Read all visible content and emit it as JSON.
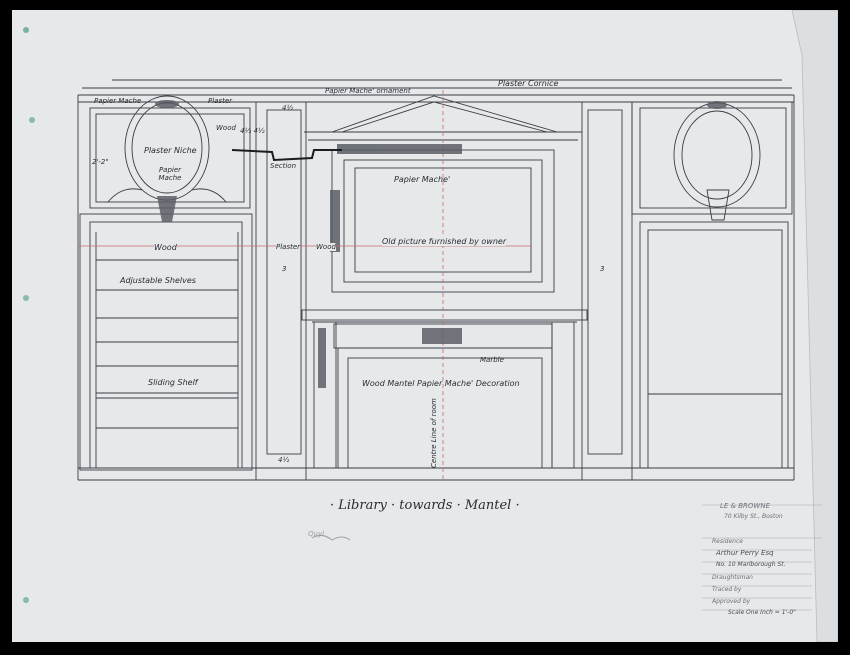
{
  "labels": {
    "papier_mache_top": "Papier Mache",
    "plaster_top": "Plaster",
    "wood_small": "Wood",
    "dim_4_4": "4½ 4½",
    "papier_mache_ornament": "Papier Mache' ornament",
    "plaster_cornice": "Plaster Cornice",
    "plaster_niche": "Plaster Niche",
    "papier_mache_niche": "Papier Mache",
    "dim_left": "2'-2\"",
    "section": "Section",
    "papier_mache_center": "Papier Mache'",
    "wood_left": "Wood",
    "plaster_mid": "Plaster",
    "wood_mid": "Wood",
    "old_picture": "Old picture furnished by owner",
    "adjustable_shelves": "Adjustable Shelves",
    "sliding_shelf": "Sliding Shelf",
    "marble": "Marble",
    "wood_mantel": "Wood Mantel Papier Mache' Decoration",
    "center_line": "Centre Line of room",
    "dim_3_left": "3",
    "dim_3_right": "3",
    "dim_4_bottom": "4½",
    "dim_4_topcol": "4½",
    "drawing_title": "· Library · towards · Mantel ·",
    "pencil_note": "Quyl"
  },
  "title_block": {
    "firm": "LE & BROWNE",
    "address": "70 Kilby St., Boston",
    "residence": "Residence",
    "client": "Arthur Perry Esq",
    "street": "No. 10 Marlborough St.",
    "line_blank1": "Draughtsman",
    "line_blank2": "Traced by",
    "line_blank3": "Approved by",
    "scale": "Scale One Inch = 1'-0\""
  },
  "colors": {
    "paper": "#e6e8ea",
    "ink": "#3a3d44",
    "red_line": "#c96a6a",
    "stain": "#4a9a88"
  }
}
